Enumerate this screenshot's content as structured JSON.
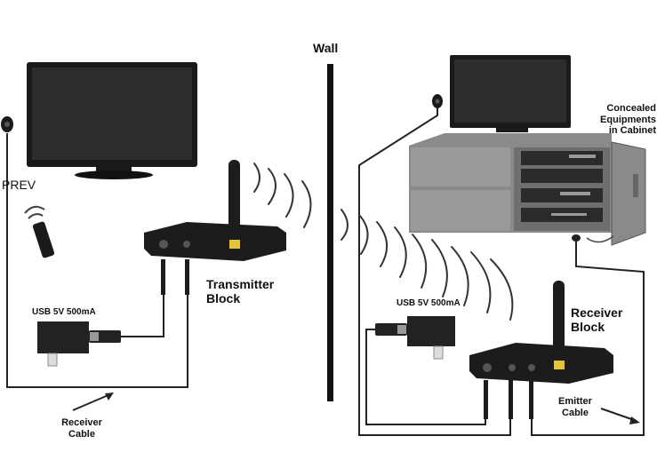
{
  "labels": {
    "wall": "Wall",
    "prev": "PREV",
    "concealed_line1": "Concealed",
    "concealed_line2": "Equipments",
    "concealed_line3": "in Cabinet",
    "transmitter_line1": "Transmitter",
    "transmitter_line2": "Block",
    "receiver_line1": "Receiver",
    "receiver_line2": "Block",
    "usb_left": "USB 5V 500mA",
    "usb_right": "USB 5V 500mA",
    "receiver_cable_line1": "Receiver",
    "receiver_cable_line2": "Cable",
    "emitter_cable_line1": "Emitter",
    "emitter_cable_line2": "Cable"
  },
  "colors": {
    "device_body": "#1c1c1c",
    "cabinet": "#8a8a8a",
    "cabinet_dark": "#6e6e6e",
    "cable": "#222222",
    "wave": "#333333",
    "antenna_tip": "#e5c335"
  }
}
